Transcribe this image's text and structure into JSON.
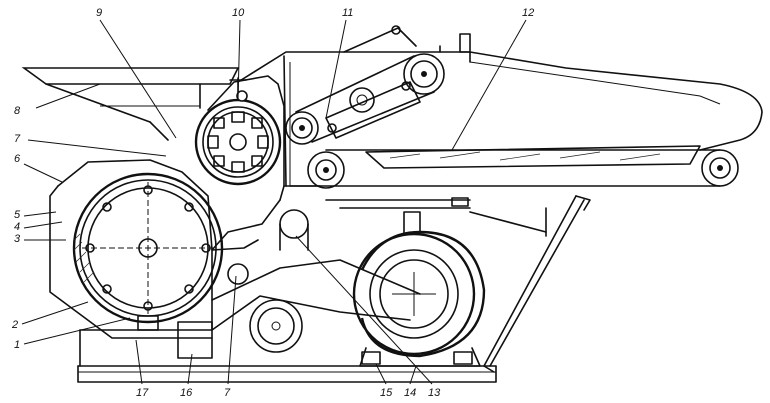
{
  "figure": {
    "callouts": [
      {
        "id": "c1",
        "text": "1"
      },
      {
        "id": "c2",
        "text": "2"
      },
      {
        "id": "c3",
        "text": "3"
      },
      {
        "id": "c4",
        "text": "4"
      },
      {
        "id": "c5",
        "text": "5"
      },
      {
        "id": "c6",
        "text": "6"
      },
      {
        "id": "c7a",
        "text": "7"
      },
      {
        "id": "c8",
        "text": "8"
      },
      {
        "id": "c9",
        "text": "9"
      },
      {
        "id": "c10",
        "text": "10"
      },
      {
        "id": "c11",
        "text": "11"
      },
      {
        "id": "c12",
        "text": "12"
      },
      {
        "id": "c13",
        "text": "13"
      },
      {
        "id": "c14",
        "text": "14"
      },
      {
        "id": "c15",
        "text": "15"
      },
      {
        "id": "c16",
        "text": "16"
      },
      {
        "id": "c7b",
        "text": "7"
      },
      {
        "id": "c17",
        "text": "17"
      }
    ]
  }
}
